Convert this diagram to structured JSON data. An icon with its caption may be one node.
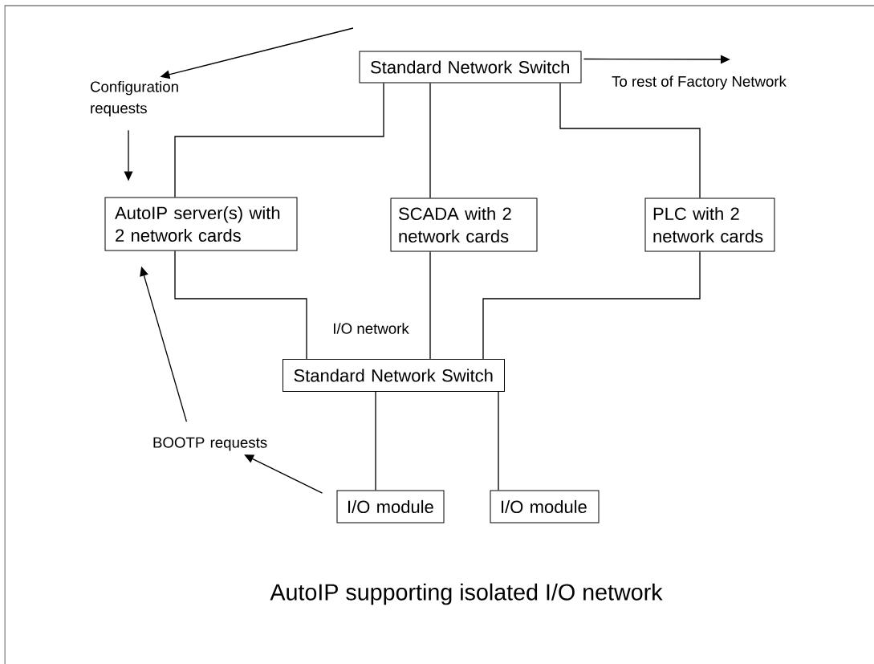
{
  "diagram": {
    "caption": "AutoIP supporting isolated I/O network",
    "nodes": [
      {
        "text": [
          "Standard Network Switch"
        ]
      },
      {
        "text": [
          "Configuration requests"
        ]
      },
      {
        "text": [
          "AutoIP server(s) with 2 network cards"
        ]
      },
      {
        "text": [
          "SCADA with 2 network cards"
        ]
      },
      {
        "text": [
          "PLC with 2 network cards"
        ]
      },
      {
        "text": [
          "Standard Network Switch"
        ]
      },
      {
        "text": [
          "BOOTP requests"
        ]
      },
      {
        "text": [
          "I/O module"
        ]
      },
      {
        "text": [
          "I/O module"
        ]
      }
    ],
    "edges": [
      {
        "from": 0,
        "to": 2,
        "arrow": "none"
      },
      {
        "from": 0,
        "to": 3,
        "arrow": "none"
      },
      {
        "from": 0,
        "to": 4,
        "arrow": "none"
      },
      {
        "from": 2,
        "to": 5,
        "arrow": "none"
      },
      {
        "from": 3,
        "to": 5,
        "arrow": "none"
      },
      {
        "from": 4,
        "to": 5,
        "arrow": "none"
      },
      {
        "from": 5,
        "to": 7,
        "arrow": "none"
      },
      {
        "from": 5,
        "to": 8,
        "arrow": "none"
      },
      {
        "from": null,
        "to": 1,
        "arrow": "to"
      },
      {
        "from": 1,
        "to": 2,
        "arrow": "to"
      },
      {
        "from": 7,
        "to": 6,
        "arrow": "to"
      },
      {
        "from": 6,
        "to": 2,
        "arrow": "to"
      },
      {
        "from": 0,
        "to": null,
        "arrow": "to",
        "label": "To rest of Factory Network"
      }
    ],
    "labels": [
      "I/O network"
    ]
  }
}
